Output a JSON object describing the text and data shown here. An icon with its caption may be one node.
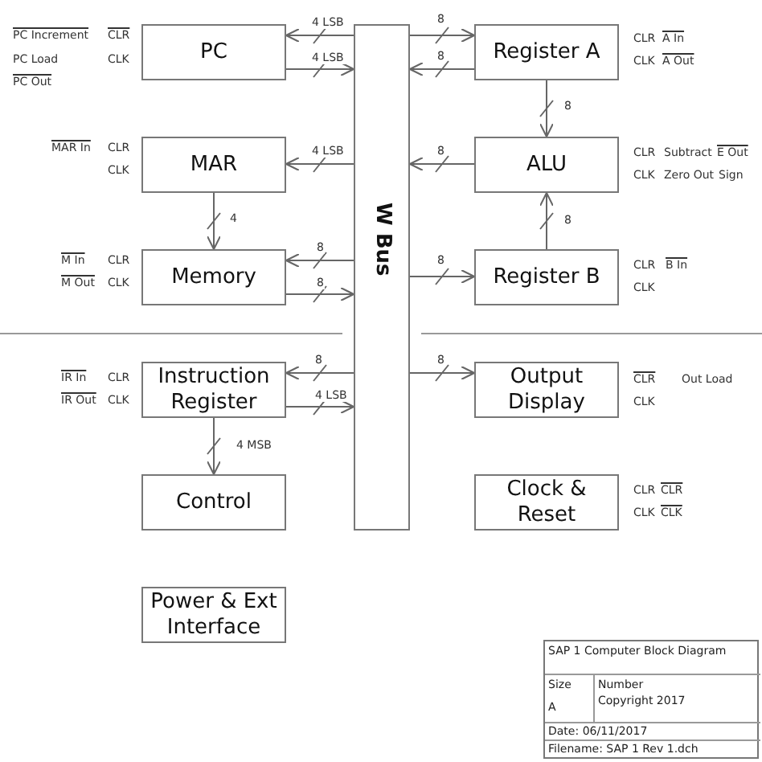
{
  "diagram": {
    "nodes": [
      {
        "text": [
          "PC"
        ],
        "beside": [
          "PC Increment",
          "CLR",
          "PC Load",
          "CLK",
          "PC Out"
        ]
      },
      {
        "text": [
          "MAR"
        ],
        "beside": [
          "MAR In",
          "CLR",
          "CLK"
        ]
      },
      {
        "text": [
          "Memory"
        ],
        "beside": [
          "M In",
          "CLR",
          "M Out",
          "CLK"
        ]
      },
      {
        "text": [
          "W Bus"
        ]
      },
      {
        "text": [
          "Register A"
        ],
        "beside": [
          "CLR",
          "A In",
          "CLK",
          "A Out"
        ]
      },
      {
        "text": [
          "ALU"
        ],
        "beside": [
          "CLR",
          "Subtract",
          "E Out",
          "CLK",
          "Zero Out",
          "Sign"
        ]
      },
      {
        "text": [
          "Register B"
        ],
        "beside": [
          "CLR",
          "B In",
          "CLK"
        ]
      },
      {
        "text": [
          "Instruction Register"
        ],
        "beside": [
          "IR In",
          "CLR",
          "IR Out",
          "CLK"
        ]
      },
      {
        "text": [
          "Output Display"
        ],
        "beside": [
          "CLR",
          "Out Load",
          "CLK"
        ]
      },
      {
        "text": [
          "Clock & Reset"
        ],
        "beside": [
          "CLR",
          "CLR",
          "CLK",
          "CLK"
        ]
      },
      {
        "text": [
          "Control"
        ]
      },
      {
        "text": [
          "Power & Ext Interface"
        ]
      }
    ],
    "edges": [
      {
        "from": 3,
        "to": 0,
        "arrow": "to",
        "label": "4 LSB"
      },
      {
        "from": 0,
        "to": 3,
        "arrow": "to",
        "label": "4 LSB"
      },
      {
        "from": 3,
        "to": 1,
        "arrow": "to",
        "label": "4 LSB"
      },
      {
        "from": 1,
        "to": 2,
        "arrow": "to",
        "label": "4"
      },
      {
        "from": 3,
        "to": 2,
        "arrow": "to",
        "label": "8"
      },
      {
        "from": 2,
        "to": 3,
        "arrow": "to",
        "label": "8"
      },
      {
        "from": 3,
        "to": 4,
        "arrow": "to",
        "label": "8"
      },
      {
        "from": 4,
        "to": 3,
        "arrow": "to",
        "label": "8"
      },
      {
        "from": 4,
        "to": 5,
        "arrow": "to",
        "label": "8"
      },
      {
        "from": 5,
        "to": 3,
        "arrow": "to",
        "label": "8"
      },
      {
        "from": 6,
        "to": 5,
        "arrow": "to",
        "label": "8"
      },
      {
        "from": 3,
        "to": 6,
        "arrow": "to",
        "label": "8"
      },
      {
        "from": 3,
        "to": 7,
        "arrow": "to",
        "label": "8"
      },
      {
        "from": 7,
        "to": 3,
        "arrow": "to",
        "label": "4 LSB"
      },
      {
        "from": 7,
        "to": 10,
        "arrow": "to",
        "label": "4 MSB"
      },
      {
        "from": 3,
        "to": 8,
        "arrow": "to",
        "label": "8"
      }
    ],
    "labels": [
      "SAP 1 Computer Block Diagram",
      "Size",
      "A",
      "Number",
      "Copyright 2017",
      "Date: 06/11/2017",
      "Filename: SAP 1 Rev 1.dch"
    ]
  }
}
